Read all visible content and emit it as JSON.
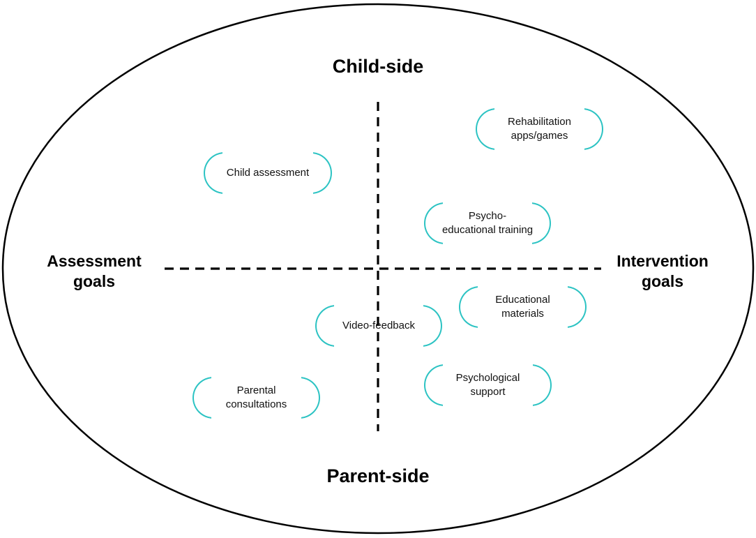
{
  "axes": {
    "top": "Child-side",
    "bottom": "Parent-side",
    "left": [
      "Assessment",
      "goals"
    ],
    "right": [
      "Intervention",
      "goals"
    ]
  },
  "nodes": {
    "rehab": [
      "Rehabilitation",
      "apps/games"
    ],
    "child_assessment": [
      "Child assessment"
    ],
    "psycho": [
      "Psycho-",
      "educational training"
    ],
    "educational": [
      "Educational",
      "materials"
    ],
    "video": [
      "Video-feedback"
    ],
    "psychological": [
      "Psychological",
      "support"
    ],
    "parental": [
      "Parental",
      "consultations"
    ]
  },
  "colors": {
    "bracket": "#2cc3c3",
    "line": "#000000"
  }
}
